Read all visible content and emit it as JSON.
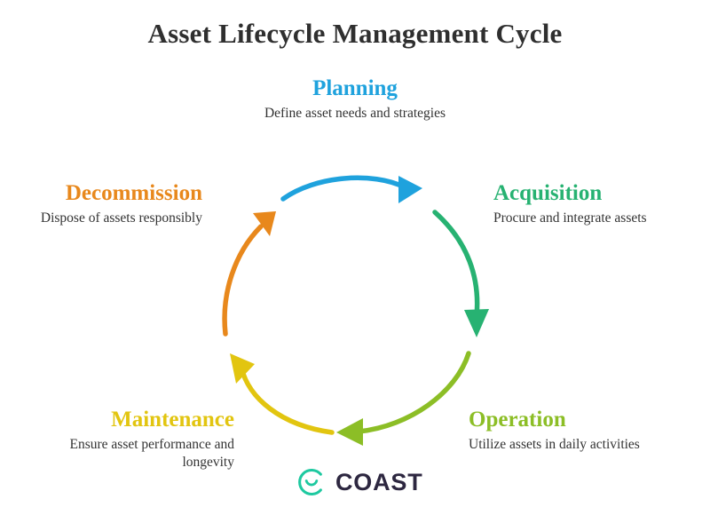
{
  "title": "Asset Lifecycle Management Cycle",
  "colors": {
    "planning": "#1fa2dd",
    "acquisition": "#27b272",
    "operation": "#8cbe26",
    "maintenance": "#e2c510",
    "decommission": "#e8881c",
    "title_text": "#2f2f2f",
    "body_text": "#333333",
    "coast_mark": "#1ec9a0",
    "coast_word": "#2d2740",
    "background": "#ffffff"
  },
  "stages": [
    {
      "id": "planning",
      "title": "Planning",
      "description": "Define asset needs and strategies",
      "color": "#1fa2dd"
    },
    {
      "id": "acquisition",
      "title": "Acquisition",
      "description": "Procure and integrate assets",
      "color": "#27b272"
    },
    {
      "id": "operation",
      "title": "Operation",
      "description": "Utilize assets in daily activities",
      "color": "#8cbe26"
    },
    {
      "id": "maintenance",
      "title": "Maintenance",
      "description": "Ensure asset performance and longevity",
      "color": "#e2c510"
    },
    {
      "id": "decommission",
      "title": "Decommission",
      "description": "Dispose of assets responsibly",
      "color": "#e8881c"
    }
  ],
  "arrows": [
    {
      "id": "planning-to-acquisition",
      "color": "#1fa2dd",
      "from": "planning",
      "to": "acquisition"
    },
    {
      "id": "acquisition-to-operation",
      "color": "#27b272",
      "from": "acquisition",
      "to": "operation"
    },
    {
      "id": "operation-to-maintenance",
      "color": "#8cbe26",
      "from": "operation",
      "to": "maintenance"
    },
    {
      "id": "maintenance-to-decommission",
      "color": "#e2c510",
      "from": "maintenance",
      "to": "decommission"
    },
    {
      "id": "decommission-to-planning",
      "color": "#e8881c",
      "from": "decommission",
      "to": "planning"
    }
  ],
  "logo": {
    "wordmark": "COAST",
    "mark_name": "coast-circle-smile-logo"
  }
}
